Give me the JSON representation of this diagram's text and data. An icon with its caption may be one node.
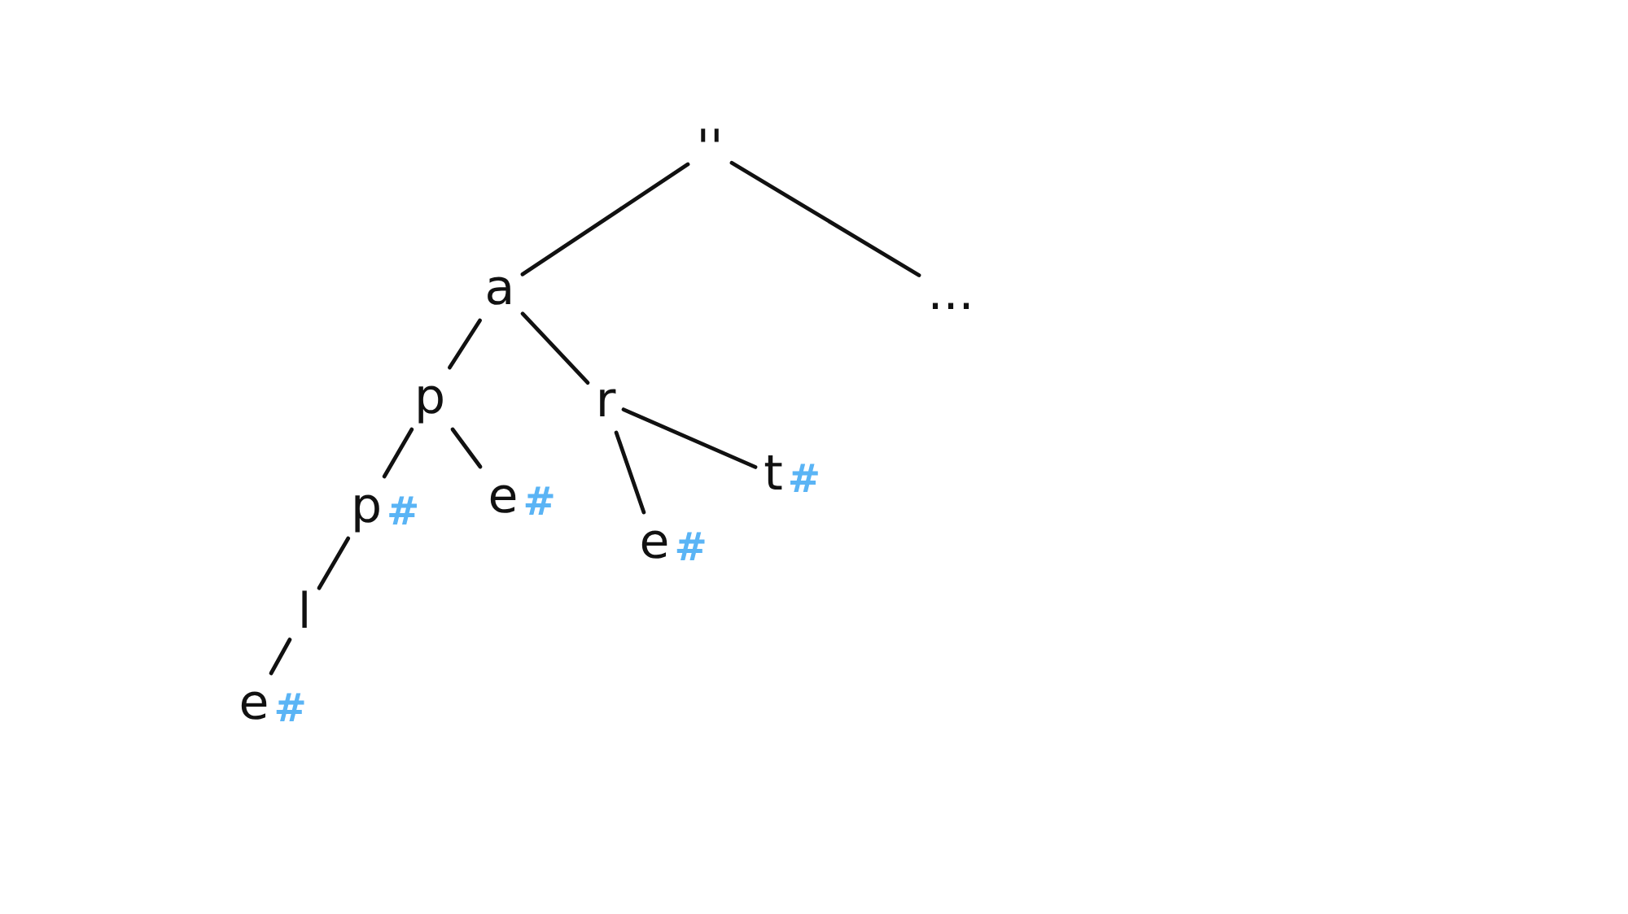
{
  "diagram": {
    "nodes": [
      {
        "text": [
          "''"
        ]
      },
      {
        "text": [
          "a"
        ]
      },
      {
        "text": [
          "..."
        ]
      },
      {
        "text": [
          "p"
        ]
      },
      {
        "text": [
          "r"
        ]
      },
      {
        "text": [
          "t"
        ],
        "beside": [
          "#"
        ]
      },
      {
        "text": [
          "p"
        ],
        "beside": [
          "#"
        ]
      },
      {
        "text": [
          "e"
        ],
        "beside": [
          "#"
        ]
      },
      {
        "text": [
          "e"
        ],
        "beside": [
          "#"
        ]
      },
      {
        "text": [
          "l"
        ]
      },
      {
        "text": [
          "e"
        ],
        "beside": [
          "#"
        ]
      }
    ],
    "edges": [
      {
        "from": 0,
        "to": 1,
        "arrow": "none"
      },
      {
        "from": 0,
        "to": 2,
        "arrow": "none"
      },
      {
        "from": 1,
        "to": 3,
        "arrow": "none"
      },
      {
        "from": 1,
        "to": 4,
        "arrow": "none"
      },
      {
        "from": 3,
        "to": 6,
        "arrow": "none"
      },
      {
        "from": 3,
        "to": 7,
        "arrow": "none"
      },
      {
        "from": 4,
        "to": 8,
        "arrow": "none"
      },
      {
        "from": 4,
        "to": 5,
        "arrow": "none"
      },
      {
        "from": 6,
        "to": 9,
        "arrow": "none"
      },
      {
        "from": 9,
        "to": 10,
        "arrow": "none"
      }
    ]
  }
}
